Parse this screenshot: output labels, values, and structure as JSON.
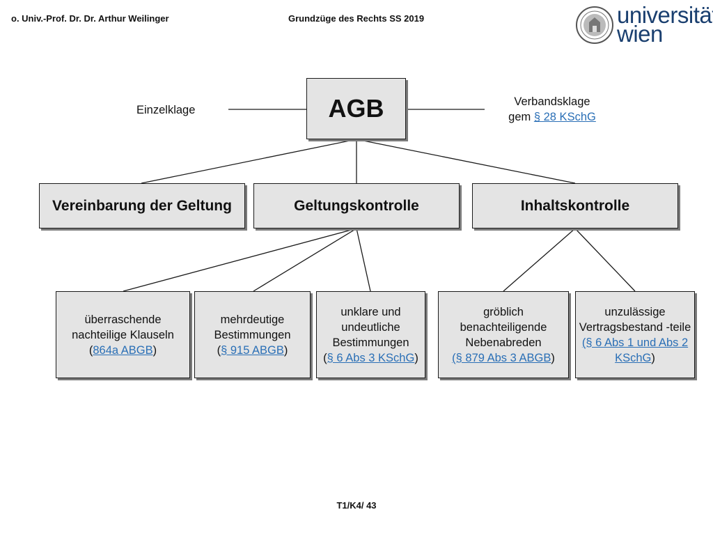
{
  "header": {
    "left": "o. Univ.-Prof. Dr. Dr. Arthur Weilinger",
    "center": "Grundzüge des Rechts SS 2019"
  },
  "logo": {
    "line1": "universität",
    "line2": "wien",
    "color": "#1a3f6f",
    "icon": "university-seal-icon"
  },
  "diagram": {
    "root": "AGB",
    "left_branch": "Einzelklage",
    "right_branch": {
      "line1": "Verbandsklage",
      "prefix": "gem",
      "link": "§ 28 KSchG"
    },
    "level2": {
      "vereinbarung": "Vereinbarung der Geltung",
      "geltung": "Geltungskontrolle",
      "inhalt": "Inhaltskontrolle"
    },
    "level3": {
      "ueberraschend": {
        "text": "überraschende nachteilige Klauseln",
        "open": "(",
        "link": "864a ABGB",
        "close": ")"
      },
      "mehrdeutig": {
        "text": "mehrdeutige Bestimmungen",
        "open": "(",
        "link": "§ 915 ABGB",
        "close": ")"
      },
      "unklar": {
        "text": "unklare und undeutliche Bestimmungen",
        "open": "(",
        "link": "§ 6 Abs 3 KSchG",
        "close": ")"
      },
      "groeblich": {
        "text": "gröblich benachteiligende Nebenabreden",
        "link": "(§ 879 Abs 3 ABGB",
        "close": ")"
      },
      "unzulaessig": {
        "text": "unzulässige Vertragsbestand -teile",
        "link": "(§ 6 Abs 1 und Abs 2 KSchG",
        "close": ")"
      }
    },
    "link_color": "#2a6fb6"
  },
  "footer": "T1/K4/ 43"
}
